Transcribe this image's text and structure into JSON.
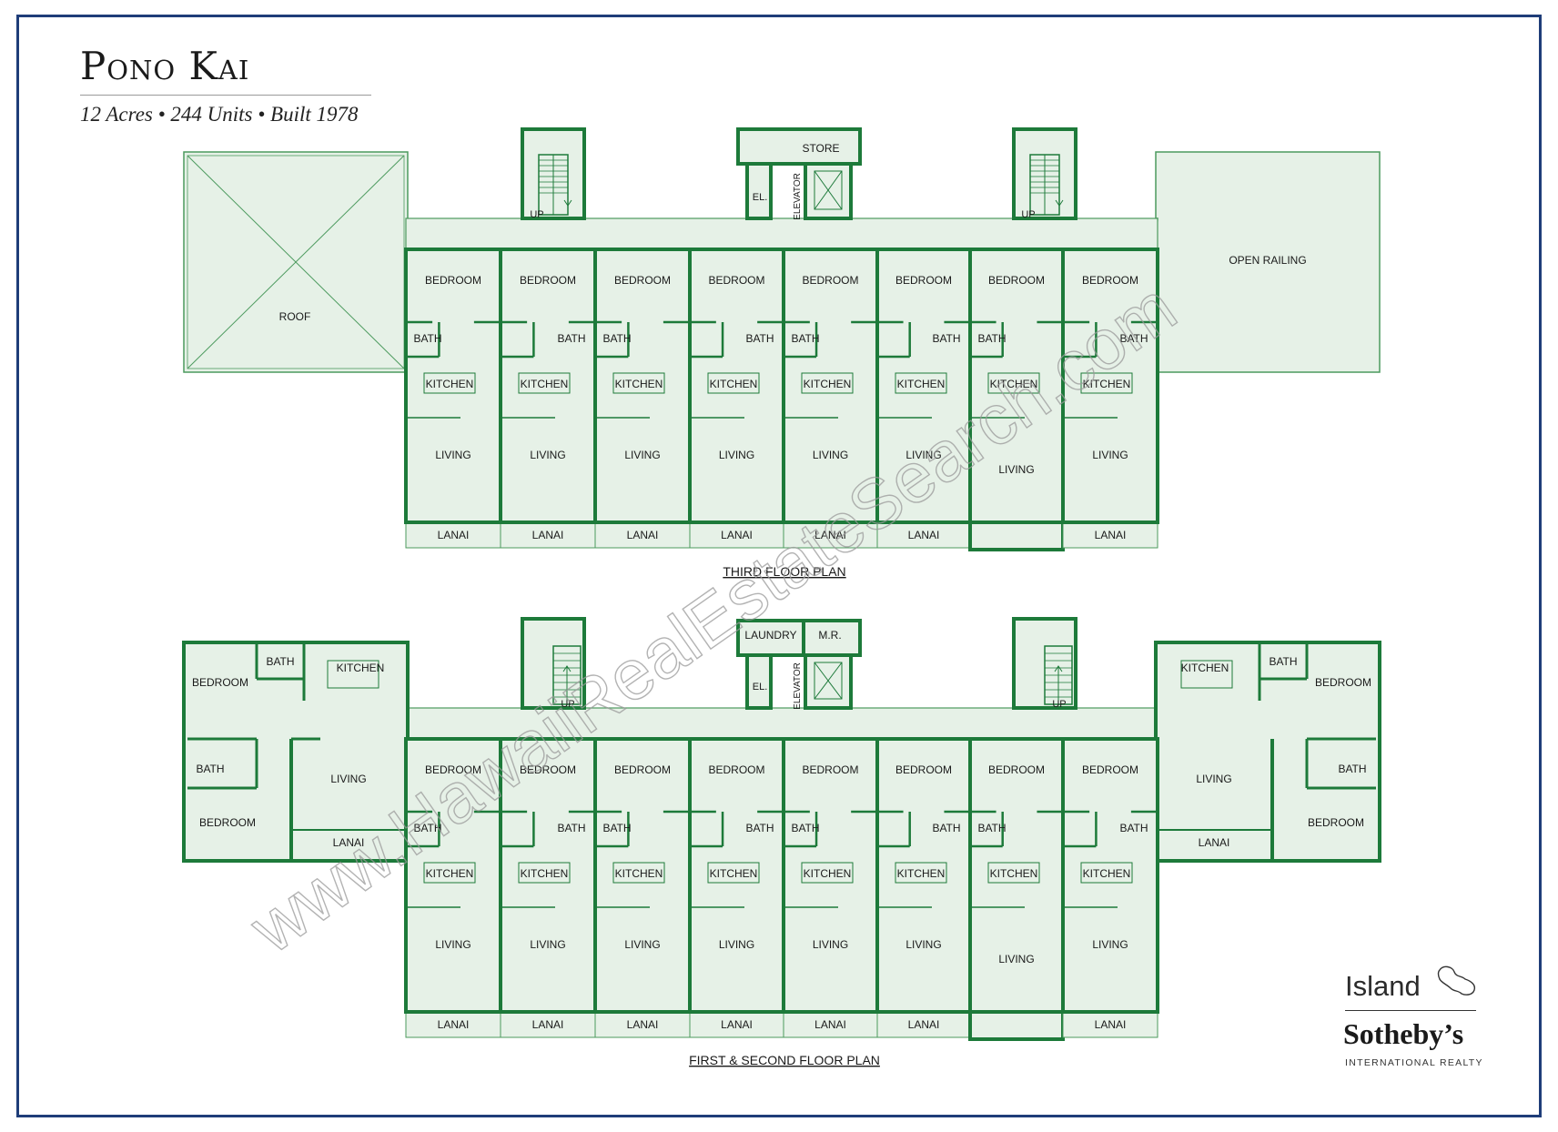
{
  "header": {
    "title": "Pono Kai",
    "subtitle": "12 Acres • 244 Units • Built 1978"
  },
  "colors": {
    "frame": "#1f3d79",
    "wall": "#1d7a3a",
    "floor_fill": "#e6f1e7",
    "thin_line": "#4c9a5e",
    "watermark": "#9a9a9a"
  },
  "watermark": "www.HawaiiRealEstateSearch.com",
  "third_floor": {
    "caption": "THIRD FLOOR PLAN",
    "roof_label": "ROOF",
    "railing_label": "OPEN RAILING",
    "stair_left_label": "UP",
    "stair_right_label": "UP",
    "store_label": "STORE",
    "el_label": "EL.",
    "elevator_label": "ELEVATOR",
    "units": [
      {
        "bedroom": "BEDROOM",
        "bath": "BATH",
        "kitchen": "KITCHEN",
        "living": "LIVING",
        "lanai": "LANAI"
      },
      {
        "bedroom": "BEDROOM",
        "bath": "BATH",
        "kitchen": "KITCHEN",
        "living": "LIVING",
        "lanai": "LANAI"
      },
      {
        "bedroom": "BEDROOM",
        "bath": "BATH",
        "kitchen": "KITCHEN",
        "living": "LIVING",
        "lanai": "LANAI"
      },
      {
        "bedroom": "BEDROOM",
        "bath": "BATH",
        "kitchen": "KITCHEN",
        "living": "LIVING",
        "lanai": "LANAI"
      },
      {
        "bedroom": "BEDROOM",
        "bath": "BATH",
        "kitchen": "KITCHEN",
        "living": "LIVING",
        "lanai": "LANAI"
      },
      {
        "bedroom": "BEDROOM",
        "bath": "BATH",
        "kitchen": "KITCHEN",
        "living": "LIVING",
        "lanai": "LANAI"
      },
      {
        "bedroom": "BEDROOM",
        "bath": "BATH",
        "kitchen": "KITCHEN",
        "living": "LIVING",
        "lanai": ""
      },
      {
        "bedroom": "BEDROOM",
        "bath": "BATH",
        "kitchen": "KITCHEN",
        "living": "LIVING",
        "lanai": "LANAI"
      }
    ]
  },
  "first_floor": {
    "caption": "FIRST & SECOND FLOOR PLAN",
    "stair_left_label": "UP",
    "stair_right_label": "UP",
    "laundry_label": "LAUNDRY",
    "mr_label": "M.R.",
    "el_label": "EL.",
    "elevator_label": "ELEVATOR",
    "left_wing": {
      "bedroom1": "BEDROOM",
      "bath1": "BATH",
      "kitchen": "KITCHEN",
      "bath2": "BATH",
      "living": "LIVING",
      "bedroom2": "BEDROOM",
      "lanai": "LANAI"
    },
    "right_wing": {
      "kitchen": "KITCHEN",
      "bath1": "BATH",
      "bedroom1": "BEDROOM",
      "living": "LIVING",
      "bath2": "BATH",
      "bedroom2": "BEDROOM",
      "lanai": "LANAI"
    },
    "units": [
      {
        "bedroom": "BEDROOM",
        "bath": "BATH",
        "kitchen": "KITCHEN",
        "living": "LIVING",
        "lanai": "LANAI"
      },
      {
        "bedroom": "BEDROOM",
        "bath": "BATH",
        "kitchen": "KITCHEN",
        "living": "LIVING",
        "lanai": "LANAI"
      },
      {
        "bedroom": "BEDROOM",
        "bath": "BATH",
        "kitchen": "KITCHEN",
        "living": "LIVING",
        "lanai": "LANAI"
      },
      {
        "bedroom": "BEDROOM",
        "bath": "BATH",
        "kitchen": "KITCHEN",
        "living": "LIVING",
        "lanai": "LANAI"
      },
      {
        "bedroom": "BEDROOM",
        "bath": "BATH",
        "kitchen": "KITCHEN",
        "living": "LIVING",
        "lanai": "LANAI"
      },
      {
        "bedroom": "BEDROOM",
        "bath": "BATH",
        "kitchen": "KITCHEN",
        "living": "LIVING",
        "lanai": "LANAI"
      },
      {
        "bedroom": "BEDROOM",
        "bath": "BATH",
        "kitchen": "KITCHEN",
        "living": "LIVING",
        "lanai": ""
      },
      {
        "bedroom": "BEDROOM",
        "bath": "BATH",
        "kitchen": "KITCHEN",
        "living": "LIVING",
        "lanai": "LANAI"
      }
    ]
  },
  "logo": {
    "line1": "Island",
    "line2": "Sotheby’s",
    "line3": "INTERNATIONAL REALTY"
  }
}
